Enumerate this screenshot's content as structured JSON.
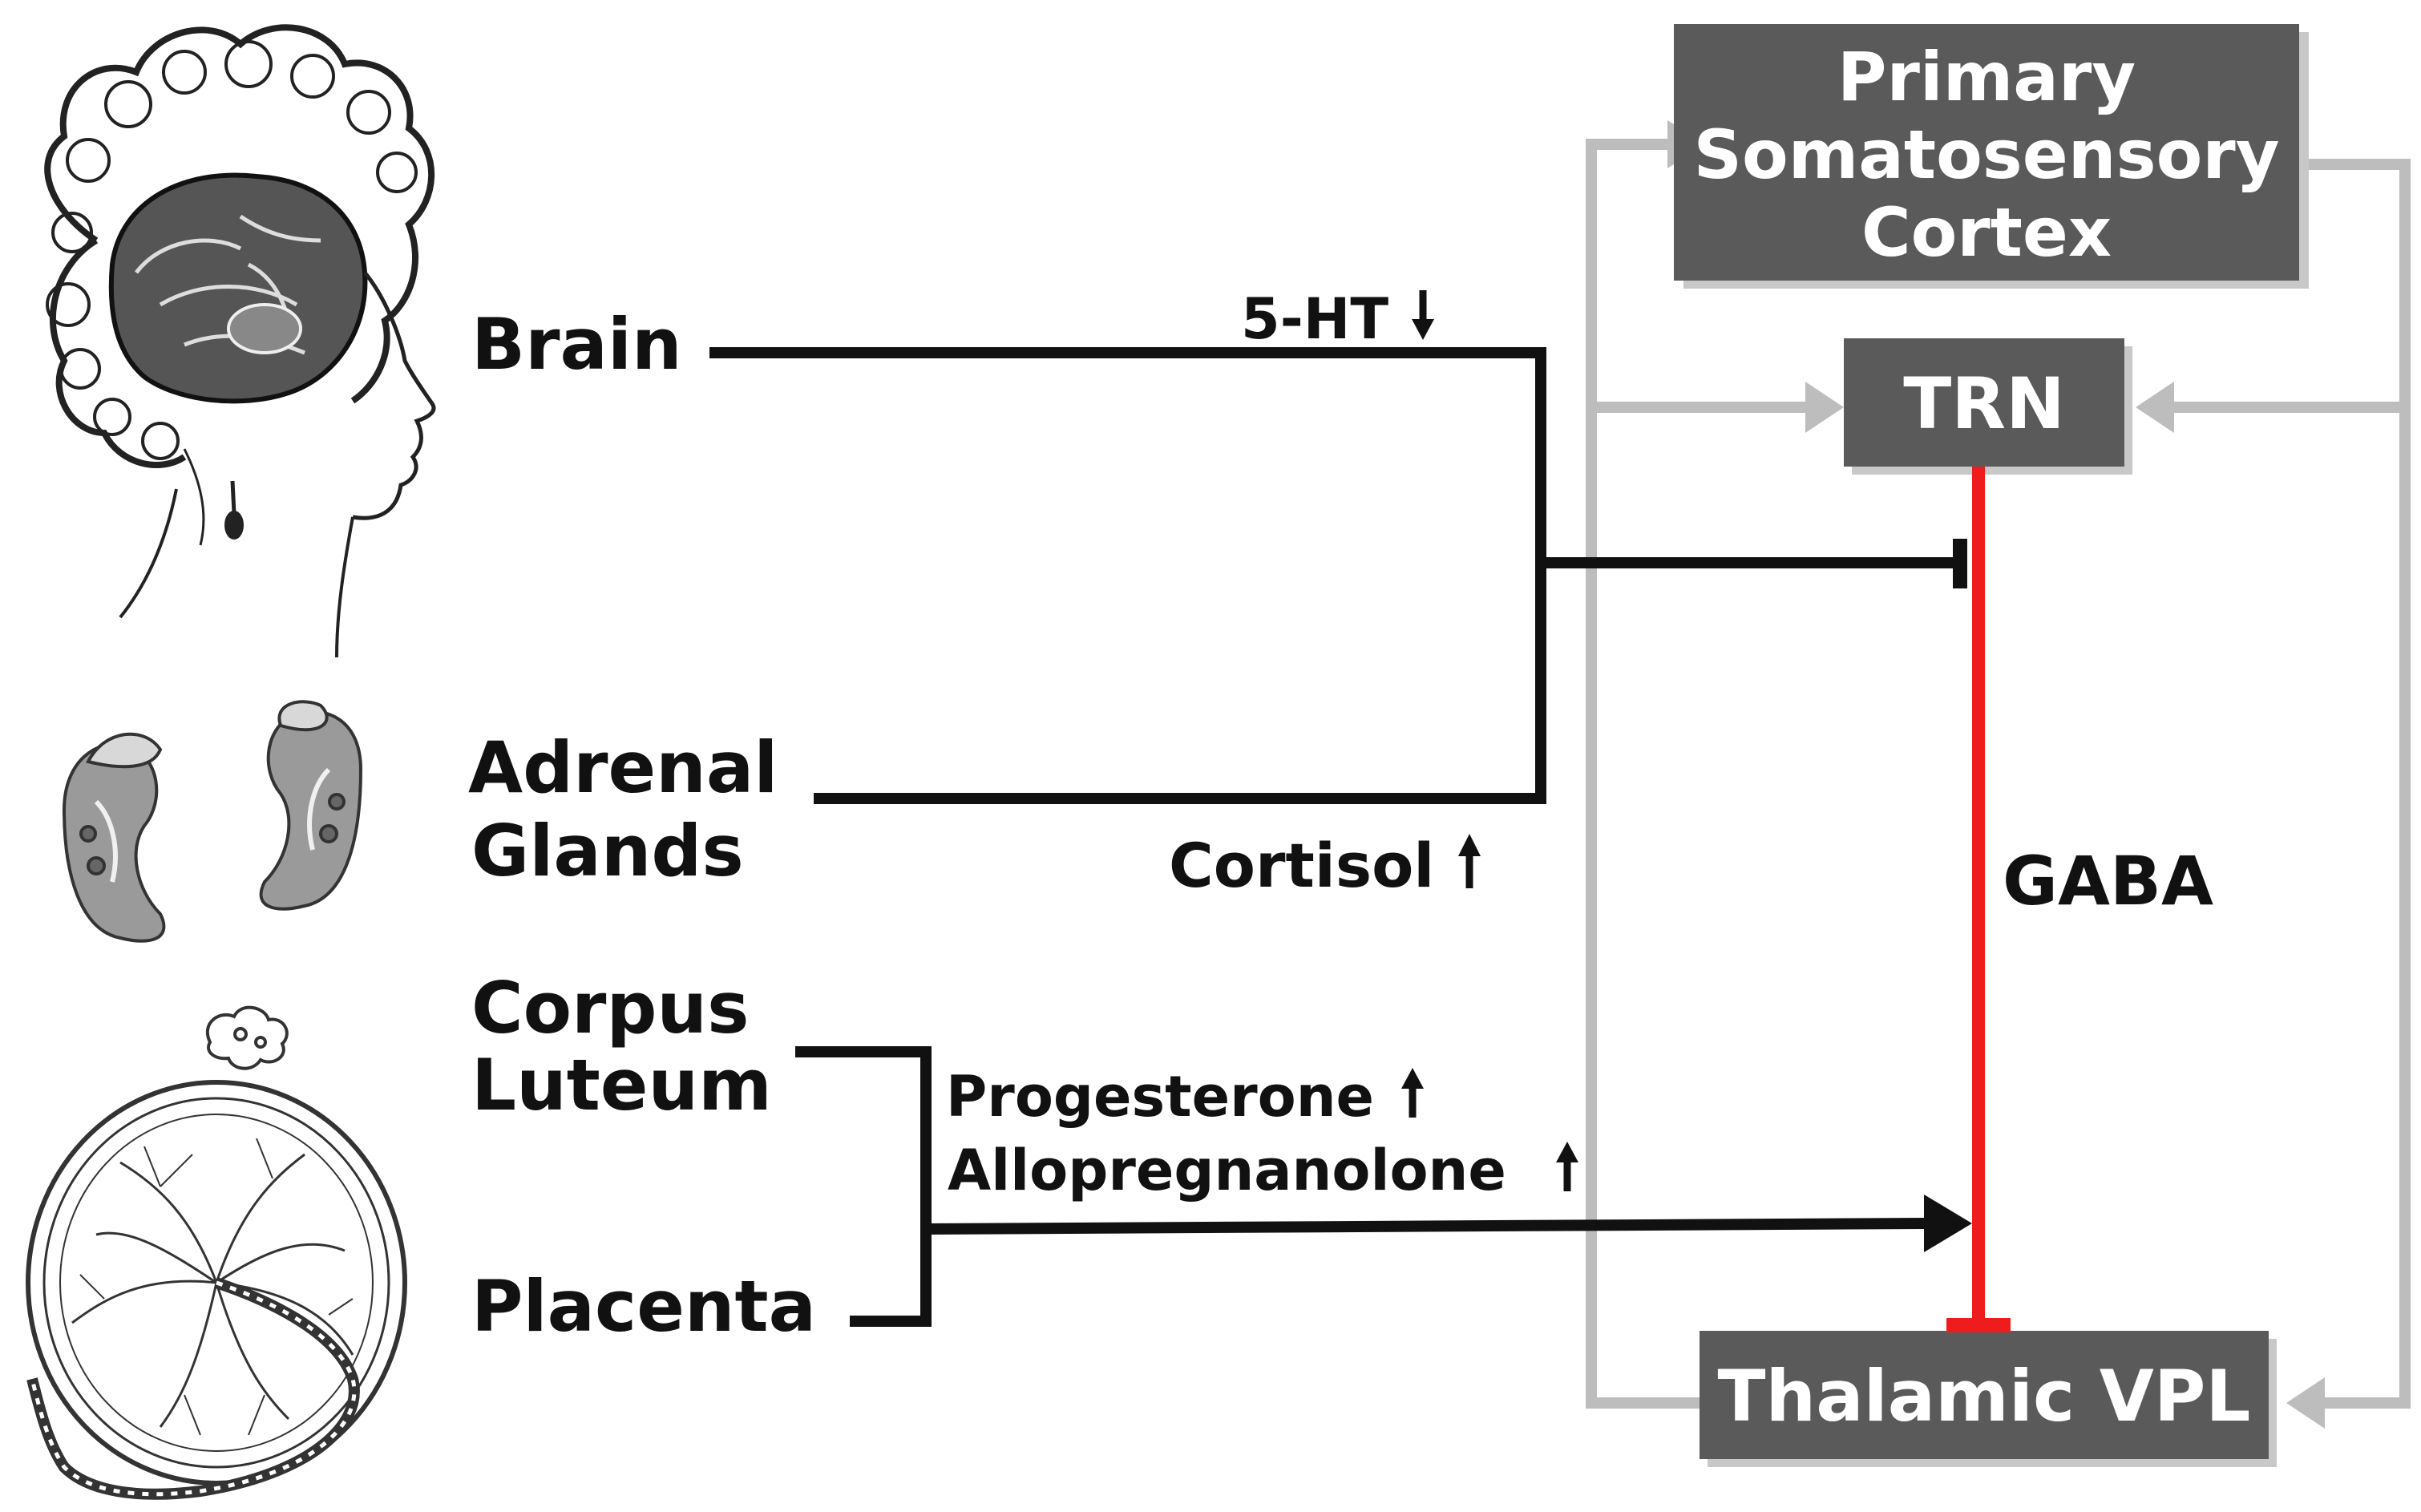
{
  "colors": {
    "box_fill": "#5a5a5a",
    "box_shadow": "#c8c8c8",
    "feedback_lines": "#bdbdbd",
    "black_lines": "#111111",
    "gaba_line": "#ee1c1c"
  },
  "boxes": {
    "cortex": [
      "Primary",
      "Somatosensory",
      "Cortex"
    ],
    "trn": "TRN",
    "thalamus": "Thalamic VPL"
  },
  "sources": {
    "brain": "Brain",
    "adrenal": [
      "Adrenal",
      "Glands"
    ],
    "corpus": [
      "Corpus",
      "Luteum"
    ],
    "placenta": "Placenta"
  },
  "signals": {
    "serotonin": "5-HT",
    "cortisol": "Cortisol",
    "progesterone": "Progesterone",
    "allopregnanolone": "Allopregnanolone",
    "gaba": "GABA"
  },
  "illustrations": {
    "head": "woman-head-brain-icon",
    "kidneys": "kidneys-icon",
    "corpus_luteum": "corpus-luteum-icon",
    "placenta": "placenta-icon"
  }
}
